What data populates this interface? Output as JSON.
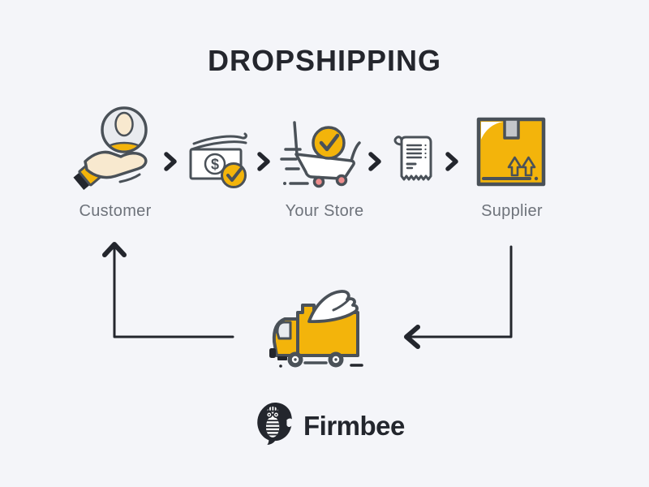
{
  "title": "DROPSHIPPING",
  "flow": {
    "steps": [
      {
        "id": "customer",
        "label": "Customer",
        "icon": "customer-hand-icon"
      },
      {
        "id": "payment",
        "symbol": "$",
        "icon": "money-check-icon"
      },
      {
        "id": "store",
        "label": "Your Store",
        "icon": "cart-check-icon"
      },
      {
        "id": "order",
        "icon": "receipt-icon"
      },
      {
        "id": "supplier",
        "label": "Supplier",
        "icon": "package-box-icon"
      }
    ],
    "connector_icon": "chevron-right-icon",
    "shipping_icon": "delivery-truck-icon"
  },
  "logo": {
    "text": "Firmbee",
    "icon": "firmbee-bee-icon"
  },
  "colors": {
    "background": "#f4f5f9",
    "accent_yellow": "#f3b40b",
    "icon_outline": "#4a5158",
    "arrow": "#23262d",
    "label_text": "#6e737b",
    "title_text": "#24262d",
    "wheel_pink": "#ee8d8d",
    "skin": "#f8e9cf",
    "tape_gray": "#c3c6ca",
    "light_gray": "#e9ebef"
  }
}
